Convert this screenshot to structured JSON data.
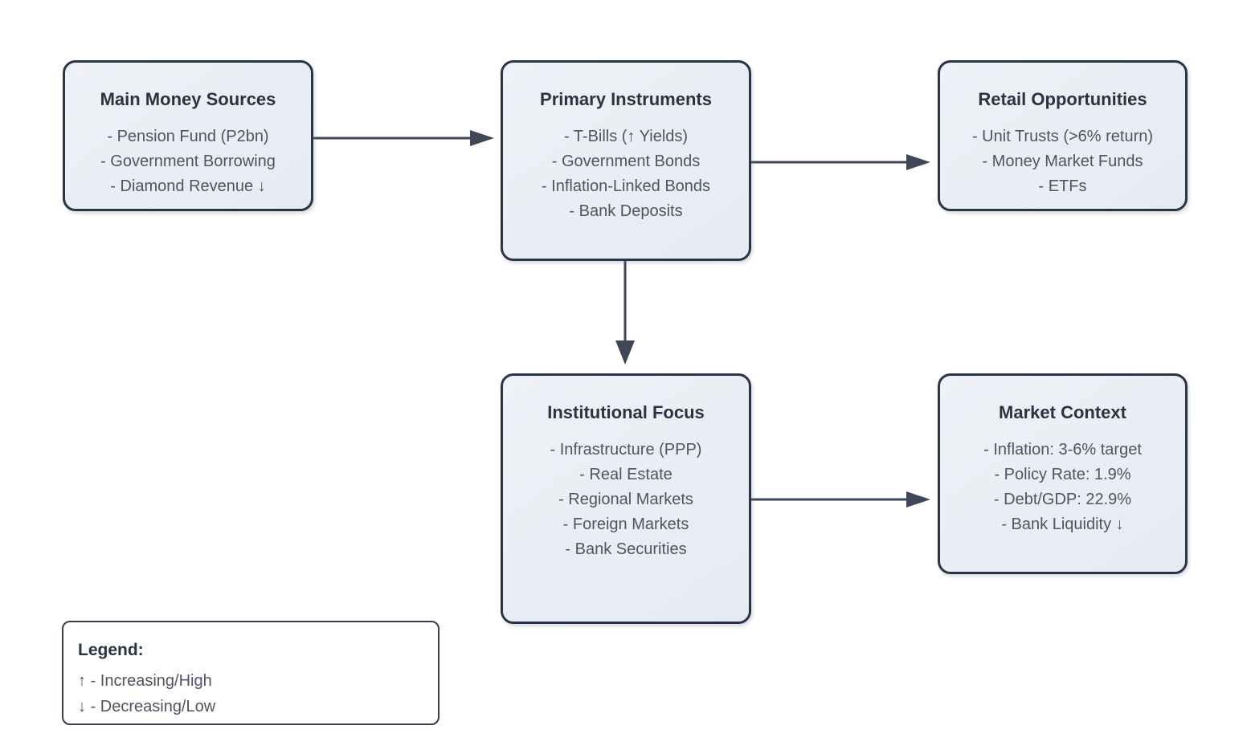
{
  "diagram": {
    "background_color": "#ffffff",
    "node_fill_color": "#ebeff5",
    "node_border_color": "#293445",
    "title_text_color": "#2a3342",
    "item_text_color": "#4b5565",
    "arrow_color": "#3e4757"
  },
  "nodes": [
    {
      "id": "main-money-sources",
      "title": "Main Money Sources",
      "items": [
        "- Pension Fund (P2bn)",
        "- Government Borrowing",
        "- Diamond Revenue ↓"
      ]
    },
    {
      "id": "primary-instruments",
      "title": "Primary Instruments",
      "items": [
        "- T-Bills (↑ Yields)",
        "- Government Bonds",
        "- Inflation-Linked Bonds",
        "- Bank Deposits"
      ]
    },
    {
      "id": "retail-opportunities",
      "title": "Retail Opportunities",
      "items": [
        "- Unit Trusts (>6% return)",
        "- Money Market Funds",
        "- ETFs"
      ]
    },
    {
      "id": "institutional-focus",
      "title": "Institutional Focus",
      "items": [
        "- Infrastructure (PPP)",
        "- Real Estate",
        "- Regional Markets",
        "- Foreign Markets",
        "- Bank Securities"
      ]
    },
    {
      "id": "market-context",
      "title": "Market Context",
      "items": [
        "- Inflation: 3-6% target",
        "- Policy Rate: 1.9%",
        "- Debt/GDP: 22.9%",
        "- Bank Liquidity ↓"
      ]
    }
  ],
  "edges": [
    {
      "from": "main-money-sources",
      "to": "primary-instruments"
    },
    {
      "from": "primary-instruments",
      "to": "retail-opportunities"
    },
    {
      "from": "primary-instruments",
      "to": "institutional-focus"
    },
    {
      "from": "institutional-focus",
      "to": "market-context"
    }
  ],
  "legend": {
    "title": "Legend:",
    "entries": [
      "↑ - Increasing/High",
      "↓ - Decreasing/Low"
    ]
  }
}
